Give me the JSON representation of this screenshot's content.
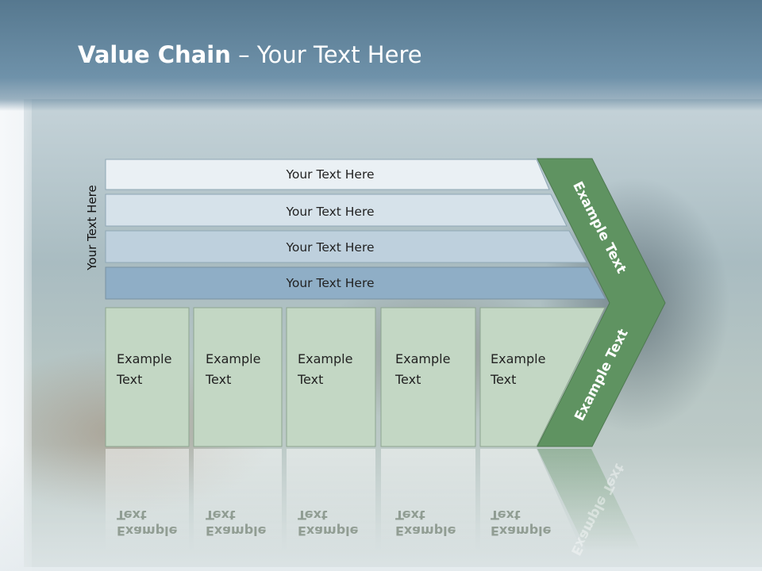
{
  "slide": {
    "title_bold": "Value Chain",
    "title_rest": " – Your Text Here",
    "side_label": "Your Text Here"
  },
  "rows": [
    {
      "label": "Your Text Here"
    },
    {
      "label": "Your Text Here"
    },
    {
      "label": "Your Text Here"
    },
    {
      "label": "Your Text Here"
    }
  ],
  "cells": [
    {
      "line1": "Example",
      "line2": "Text"
    },
    {
      "line1": "Example",
      "line2": "Text"
    },
    {
      "line1": "Example",
      "line2": "Text"
    },
    {
      "line1": "Example",
      "line2": "Text"
    },
    {
      "line1": "Example",
      "line2": "Text"
    }
  ],
  "chevron": {
    "upper": "Example Text",
    "lower": "Example Text"
  },
  "colors": {
    "header": "#6a8ea7",
    "row_fills": [
      "#eaf0f4",
      "#d6e2ea",
      "#bed0dd",
      "#8faec6"
    ],
    "cell_fill": "#c3d7c4",
    "chevron_fill": "#5f9361"
  }
}
